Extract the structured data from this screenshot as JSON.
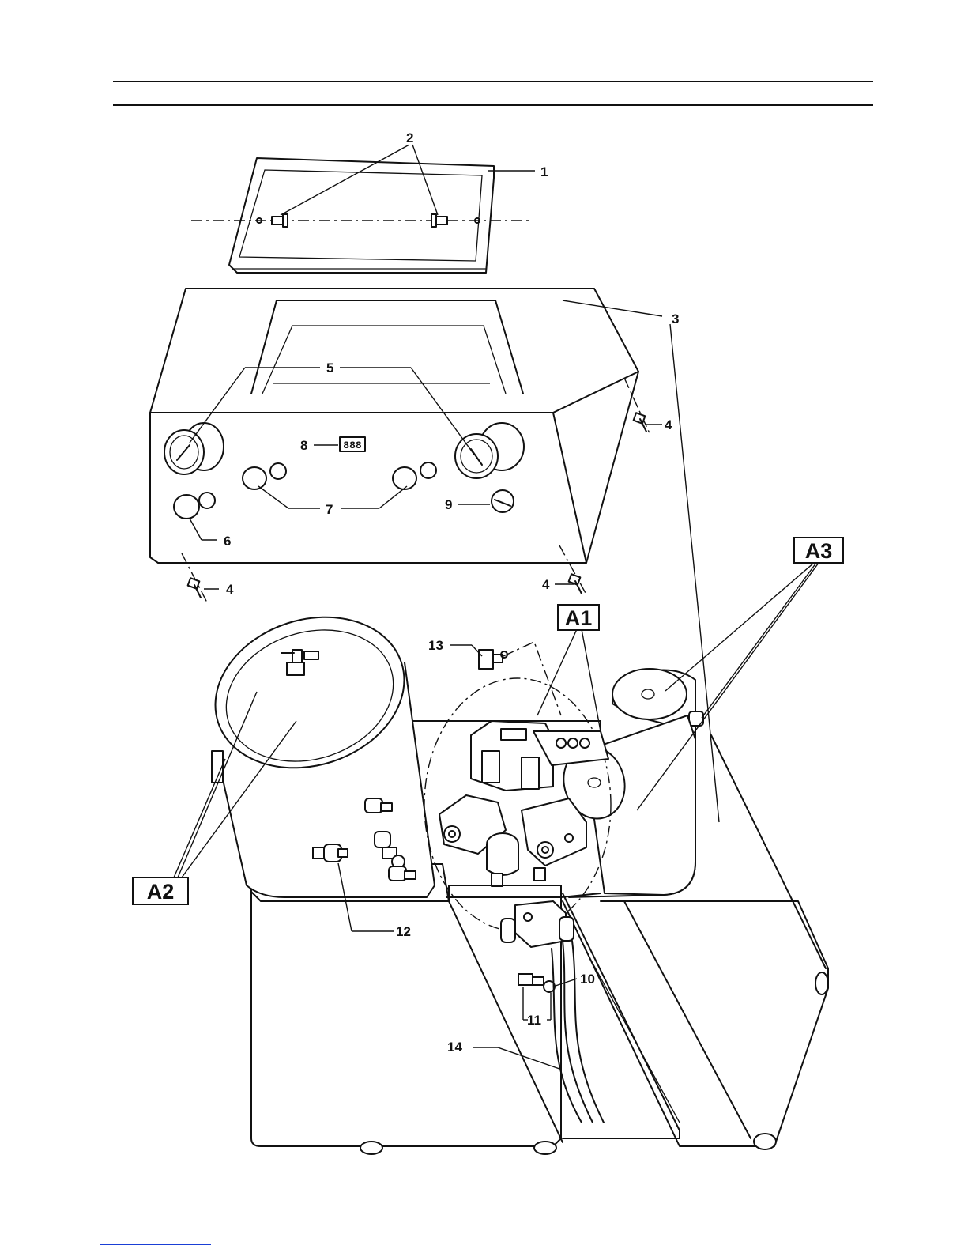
{
  "labels": {
    "n1": "1",
    "n2": "2",
    "n3": "3",
    "n4a": "4",
    "n4b": "4",
    "n4c": "4",
    "n5": "5",
    "n6": "6",
    "n7": "7",
    "n8": "8",
    "n9": "9",
    "n10": "10",
    "n11": "11",
    "n12": "12",
    "n13": "13",
    "n14": "14"
  },
  "assemblies": {
    "a1": "A1",
    "a2": "A2",
    "a3": "A3"
  },
  "display_digits": "888"
}
